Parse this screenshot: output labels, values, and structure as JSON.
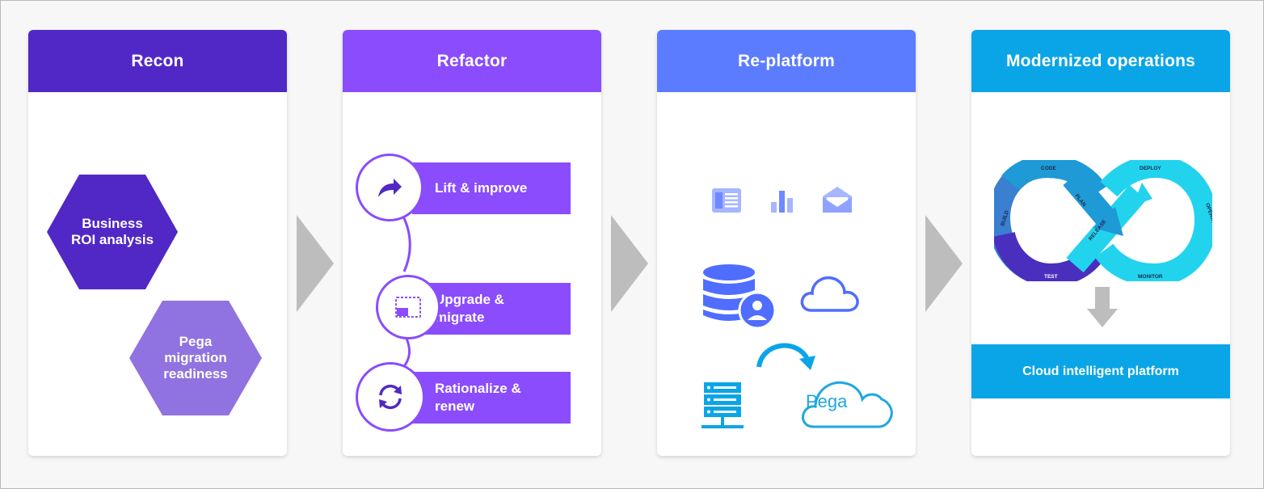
{
  "stages": [
    {
      "title": "Recon",
      "color": "#5128c6"
    },
    {
      "title": "Refactor",
      "color": "#8a4cfc"
    },
    {
      "title": "Re-platform",
      "color": "#5b7cff"
    },
    {
      "title": "Modernized operations",
      "color": "#0aa5e6"
    }
  ],
  "recon": {
    "hexagons": [
      {
        "label": "Business\nROI analysis",
        "color": "#5128c6"
      },
      {
        "label": "Pega\nmigration\nreadiness",
        "color": "#9073e0"
      }
    ]
  },
  "refactor": {
    "steps": [
      {
        "label": "Lift & improve",
        "icon": "share-arrow-icon"
      },
      {
        "label": "Upgrade &\nmigrate",
        "icon": "window-resize-icon"
      },
      {
        "label": "Rationalize &\nrenew",
        "icon": "refresh-icon"
      }
    ]
  },
  "replatform": {
    "icons": [
      "document-icon",
      "bar-chart-icon",
      "envelope-icon",
      "database-user-icon",
      "cloud-icon",
      "curved-arrow-icon",
      "server-icon",
      "pega-cloud-icon"
    ],
    "pega_label": "Pega"
  },
  "operations": {
    "loop_labels": [
      "CODE",
      "PLAN",
      "BUILD",
      "TEST",
      "RELEASE",
      "DEPLOY",
      "OPERATE",
      "MONITOR"
    ],
    "bottom_label": "Cloud intelligent platform"
  }
}
